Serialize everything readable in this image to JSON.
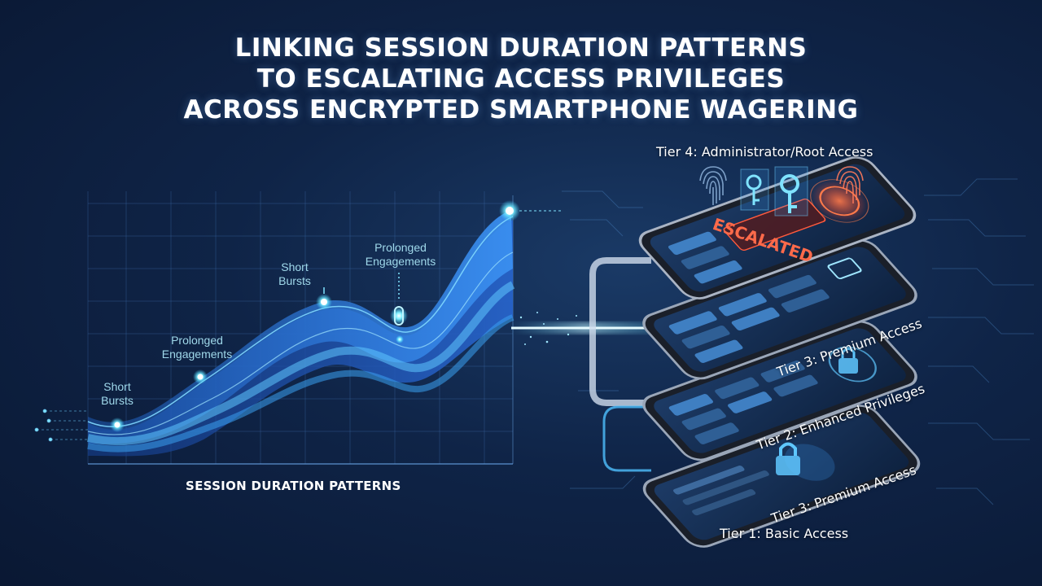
{
  "title": {
    "line1": "LINKING SESSION DURATION PATTERNS",
    "line2": "TO ESCALATING ACCESS PRIVILEGES",
    "line3": "ACROSS ENCRYPTED SMARTPHONE WAGERING"
  },
  "chart": {
    "axis_title": "SESSION DURATION PATTERNS",
    "annotations": [
      {
        "line1": "Short",
        "line2": "Bursts"
      },
      {
        "line1": "Prolonged",
        "line2": "Engagements"
      },
      {
        "line1": "Short",
        "line2": "Bursts"
      },
      {
        "line1": "Prolonged",
        "line2": "Engagements"
      }
    ]
  },
  "tiers": {
    "tier4": "Tier 4: Administrator/Root Access",
    "tier3a": "Tier 3: Premium Access",
    "tier2": "Tier 2: Enhanced Privileges",
    "tier3b": "Tier 3: Premium Access",
    "tier1": "Tier 1: Basic Access"
  },
  "phone_screen": {
    "escalated_label": "ESCALATED"
  },
  "colors": {
    "accent_cyan": "#3fd0ff",
    "wave_blue": "#2f7fe0",
    "escalated_red": "#ff5a3c"
  },
  "icons": [
    "fingerprint-icon",
    "key-icon",
    "padlock-icon",
    "shield-icon"
  ]
}
